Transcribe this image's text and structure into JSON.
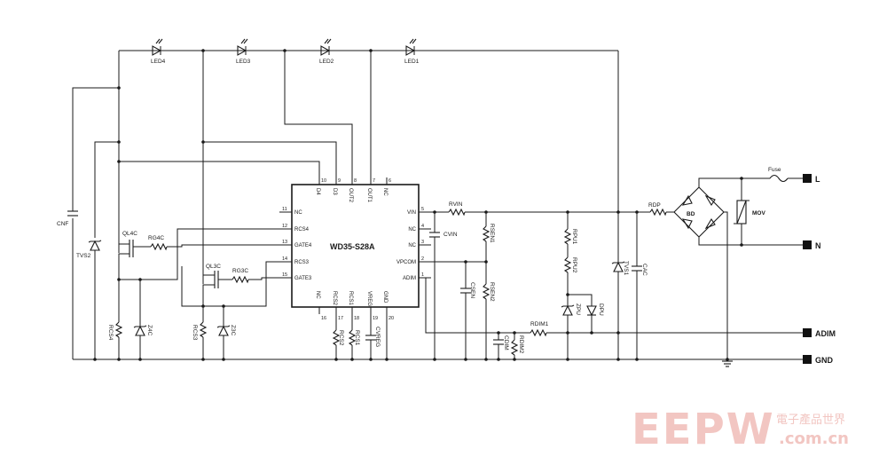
{
  "chip": {
    "name": "WD35-S28A",
    "pins_top": [
      {
        "num": "10",
        "name": "D4"
      },
      {
        "num": "9",
        "name": "D3"
      },
      {
        "num": "8",
        "name": "OUT2"
      },
      {
        "num": "7",
        "name": "OUT1"
      },
      {
        "num": "6",
        "name": "NC"
      }
    ],
    "pins_left": [
      {
        "num": "11",
        "name": "NC"
      },
      {
        "num": "12",
        "name": "RCS4"
      },
      {
        "num": "13",
        "name": "GATE4"
      },
      {
        "num": "14",
        "name": "RCS3"
      },
      {
        "num": "15",
        "name": "GATE3"
      }
    ],
    "pins_right": [
      {
        "num": "5",
        "name": "VIN"
      },
      {
        "num": "4",
        "name": "NC"
      },
      {
        "num": "3",
        "name": "NC"
      },
      {
        "num": "2",
        "name": "VPCOM"
      },
      {
        "num": "1",
        "name": "ADIM"
      }
    ],
    "pins_bottom": [
      {
        "num": "16",
        "name": "NC"
      },
      {
        "num": "17",
        "name": "RCS2"
      },
      {
        "num": "18",
        "name": "RCS1"
      },
      {
        "num": "19",
        "name": "VREG"
      },
      {
        "num": "20",
        "name": "GND"
      }
    ]
  },
  "leds": [
    "LED4",
    "LED3",
    "LED2",
    "LED1"
  ],
  "components": {
    "cnf": "CNF",
    "tvs2": "TVS2",
    "ql4c": "QL4C",
    "rg4c": "RG4C",
    "rcs4": "RCS4",
    "z4c": "Z4C",
    "ql3c": "QL3C",
    "rg3c": "RG3C",
    "rcs3": "RCS3",
    "z3c": "Z3C",
    "rcs2": "RCS2",
    "rcs1": "RCS1",
    "cvreg": "CVREG",
    "rvin": "RVIN",
    "cvin": "CVIN",
    "rsen1": "RSEN1",
    "rsen2": "RSEN2",
    "csen": "CSEN",
    "rdim1": "RDIM1",
    "rdim2": "RDIM2",
    "cdim": "CDIM",
    "rpu1": "RPU1",
    "rpu2": "RPU2",
    "zpu": "ZPU",
    "dpu": "DPU",
    "tvs1": "TVS1",
    "cac": "CAC",
    "rdp": "RDP",
    "bd": "BD",
    "mov": "MOV",
    "fuse": "Fuse"
  },
  "terminals": {
    "l": "L",
    "n": "N",
    "adim": "ADIM",
    "gnd": "GND"
  },
  "watermark": {
    "brand": "EEPW",
    "cn": "電子產品世界",
    "url": ".com.cn"
  }
}
